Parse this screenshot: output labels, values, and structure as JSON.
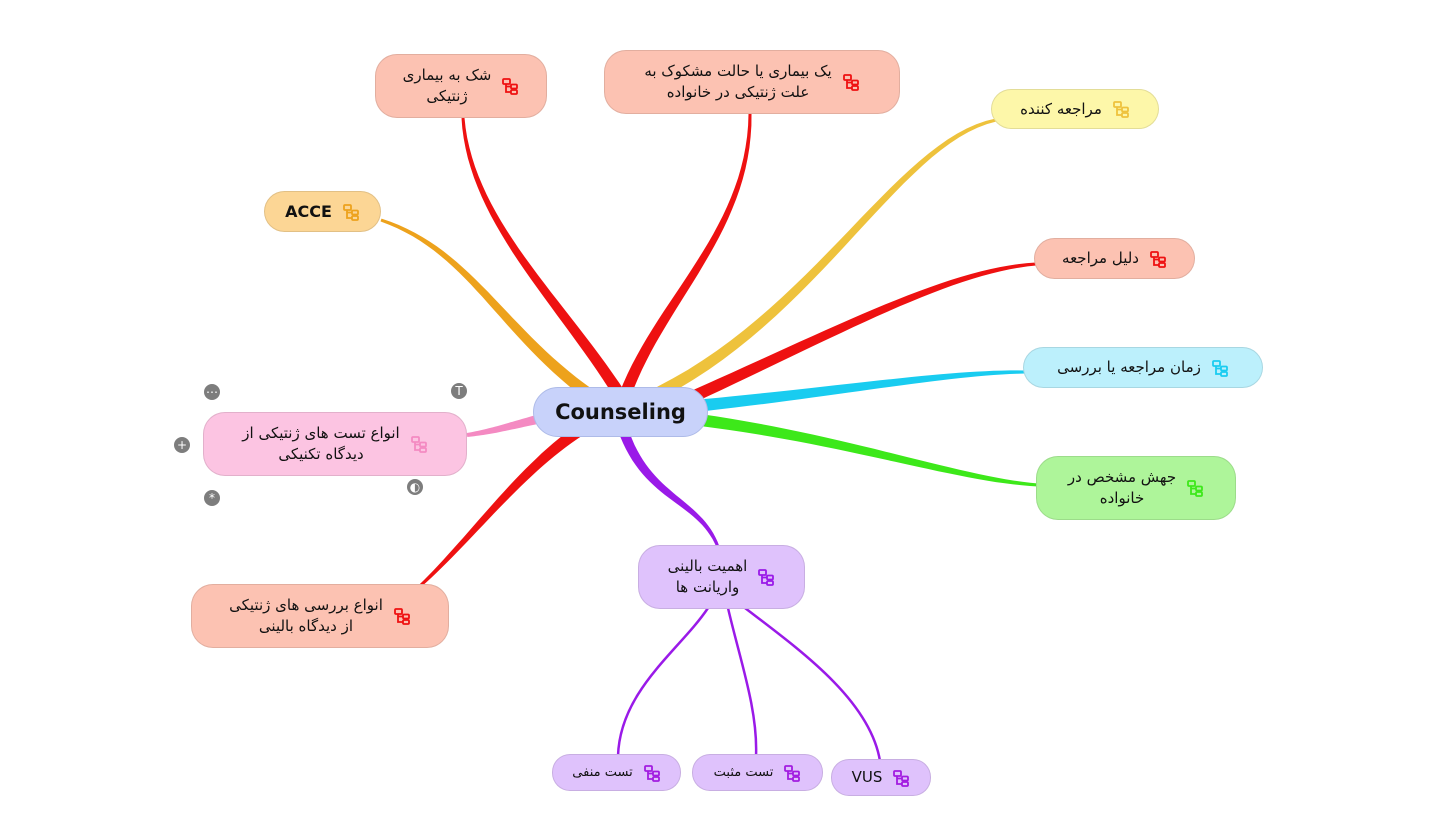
{
  "root": {
    "label": "Counseling",
    "color": "#c8d2fa"
  },
  "topics": [
    {
      "id": "suspected-disease",
      "label": "شک به بیماری\nژنتیکی",
      "color": "#fcc2b2",
      "branch": "#ee1111"
    },
    {
      "id": "family-condition",
      "label": "یک بیماری یا حالت مشکوک به\nعلت ژنتیکی در خانواده",
      "color": "#fcc2b2",
      "branch": "#ee1111"
    },
    {
      "id": "referrer",
      "label": "مراجعه کننده",
      "color": "#fdf7a9",
      "branch": "#eec23c"
    },
    {
      "id": "acce",
      "label": "ACCE",
      "color": "#fcd695",
      "branch": "#eda21c"
    },
    {
      "id": "reason",
      "label": "دلیل مراجعه",
      "color": "#fcc2b2",
      "branch": "#ee1111"
    },
    {
      "id": "timing",
      "label": "زمان مراجعه یا بررسی",
      "color": "#bcf0fc",
      "branch": "#19ccf0"
    },
    {
      "id": "test-types",
      "label": "انواع تست های ژنتیکی از\nدیدگاه تکنیکی",
      "color": "#fcc4e2",
      "branch": "#f48ac2"
    },
    {
      "id": "mutation",
      "label": "جهش مشخص در\nخانواده",
      "color": "#aef59a",
      "branch": "#3de81a"
    },
    {
      "id": "clinical-significance",
      "label": "اهمیت بالینی\nواریانت ها",
      "color": "#dfc2fc",
      "branch": "#9a1ae8"
    },
    {
      "id": "clinical-review",
      "label": "انواع بررسی های ژنتیکی\nاز دیدگاه بالینی",
      "color": "#fcc2b2",
      "branch": "#ee1111"
    }
  ],
  "subtopics": [
    {
      "id": "negative-test",
      "label": "تست منفی",
      "color": "#dfc2fc"
    },
    {
      "id": "positive-test",
      "label": "تست مثبت",
      "color": "#dfc2fc"
    },
    {
      "id": "vus",
      "label": "VUS",
      "color": "#dfc2fc"
    }
  ],
  "selection_handles": [
    "⋯",
    "T",
    "+",
    "*",
    "◐"
  ]
}
